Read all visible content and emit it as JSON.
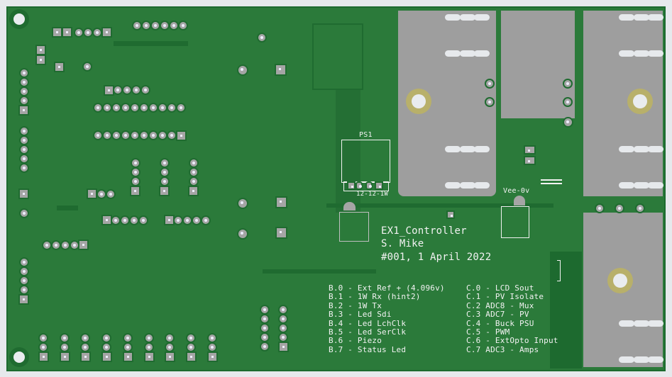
{
  "board": {
    "name": "EX1_Controller",
    "author": "S. Mike",
    "revision": "#001, 1 April 2022",
    "colors": {
      "soldermask": "#2b7a3a",
      "trace": "#1f6b30",
      "copper_zone": "#9e9e9e",
      "silkscreen": "#f2f2f2",
      "background": "#e6e9ec"
    }
  },
  "components": {
    "ps1": {
      "ref": "PS1",
      "value": "12-12-1W"
    },
    "vee": {
      "label": "Vee-0v"
    }
  },
  "pinout": {
    "port_b": [
      "B.0 - Ext Ref + (4.096v)",
      "B.1 - 1W Rx (hint2)",
      "B.2 - 1W Tx",
      "B.3 - Led Sdi",
      "B.4 - Led LchClk",
      "B.5 - Led SerClk",
      "B.6 - Piezo",
      "B.7 - Status Led"
    ],
    "port_c": [
      "C.0 - LCD Sout",
      "C.1 - PV Isolate",
      "C.2 ADC8 - Mux",
      "C.3 ADC7 - PV",
      "C.4 - Buck PSU",
      "C.5 - PWM",
      "C.6 - ExtOpto Input",
      "C.7 ADC3 - Amps"
    ]
  }
}
